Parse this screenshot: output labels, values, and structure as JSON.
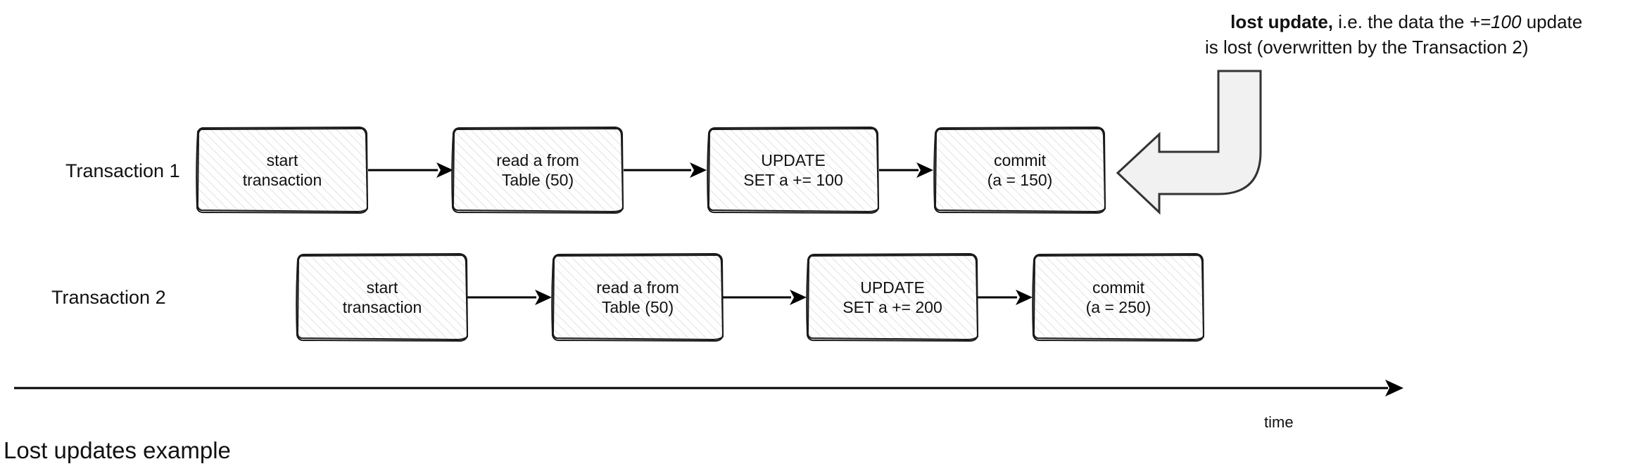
{
  "diagram": {
    "caption": "Lost updates example",
    "time_label": "time",
    "note": {
      "bold": "lost update,",
      "pre": " i.e. the data the ",
      "italic": "+=100",
      "post": " update",
      "line2": "is lost (overwritten by the Transaction 2)"
    },
    "rows": [
      {
        "label": "Transaction 1",
        "steps": [
          {
            "line1": "start",
            "line2": "transaction"
          },
          {
            "line1": "read a from",
            "line2": "Table (50)"
          },
          {
            "line1": "UPDATE",
            "line2": "SET a += 100"
          },
          {
            "line1": "commit",
            "line2": "(a = 150)"
          }
        ]
      },
      {
        "label": "Transaction 2",
        "steps": [
          {
            "line1": "start",
            "line2": "transaction"
          },
          {
            "line1": "read a from",
            "line2": "Table (50)"
          },
          {
            "line1": "UPDATE",
            "line2": "SET a += 200"
          },
          {
            "line1": "commit",
            "line2": "(a = 250)"
          }
        ]
      }
    ]
  }
}
